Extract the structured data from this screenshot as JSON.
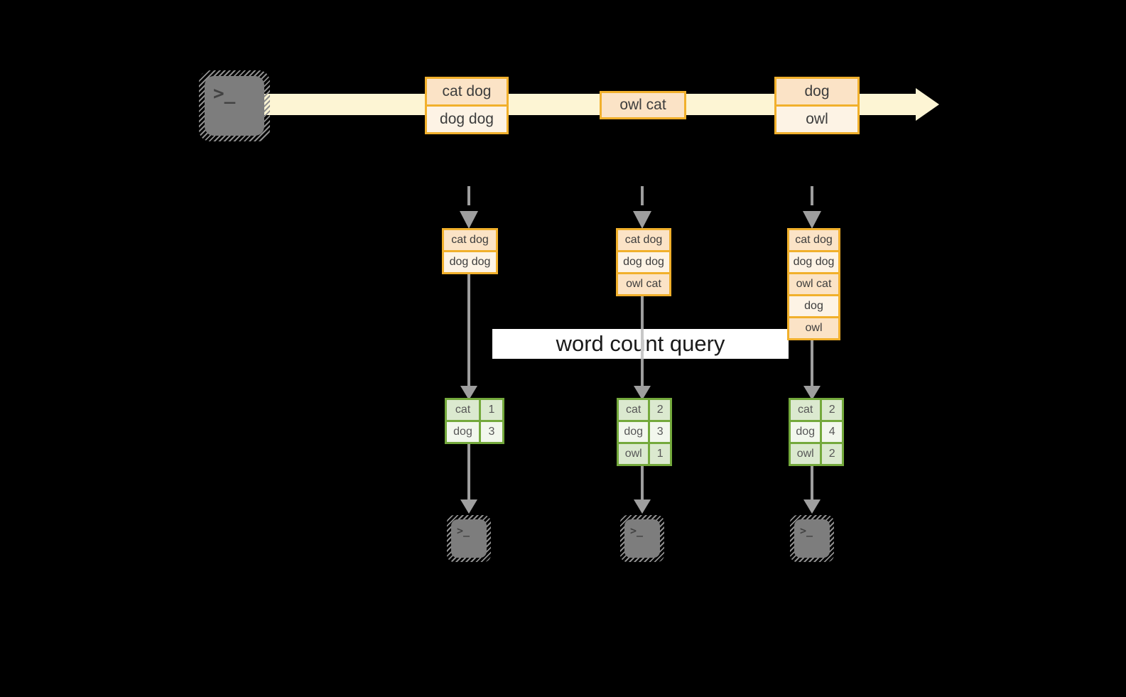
{
  "diagram": {
    "query_label": "word count query",
    "terminals": {
      "source_glyph": ">_",
      "sink_glyph": ">_"
    },
    "stream_events": [
      {
        "lines": [
          "cat dog",
          "dog dog"
        ]
      },
      {
        "lines": [
          "owl cat"
        ]
      },
      {
        "lines": [
          "dog",
          "owl"
        ]
      }
    ],
    "columns": [
      {
        "buffer": [
          "cat dog",
          "dog dog"
        ],
        "counts": [
          {
            "word": "cat",
            "count": "1"
          },
          {
            "word": "dog",
            "count": "3"
          }
        ]
      },
      {
        "buffer": [
          "cat dog",
          "dog dog",
          "owl cat"
        ],
        "counts": [
          {
            "word": "cat",
            "count": "2"
          },
          {
            "word": "dog",
            "count": "3"
          },
          {
            "word": "owl",
            "count": "1"
          }
        ]
      },
      {
        "buffer": [
          "cat dog",
          "dog dog",
          "owl cat",
          "dog",
          "owl"
        ],
        "counts": [
          {
            "word": "cat",
            "count": "2"
          },
          {
            "word": "dog",
            "count": "4"
          },
          {
            "word": "owl",
            "count": "2"
          }
        ]
      }
    ],
    "colors": {
      "background": "#000000",
      "stream_arrow": "#fdf5d4",
      "event_fill_a": "#fbe3c6",
      "event_fill_b": "#fdf3e5",
      "event_border": "#f1b02c",
      "table_border": "#74a93c",
      "table_fill_a": "#dbe9cf",
      "table_fill_b": "#f2f7ed",
      "connector": "#9e9e9e",
      "terminal": "#7d7d7d",
      "query_banner": "#ffffff"
    }
  }
}
